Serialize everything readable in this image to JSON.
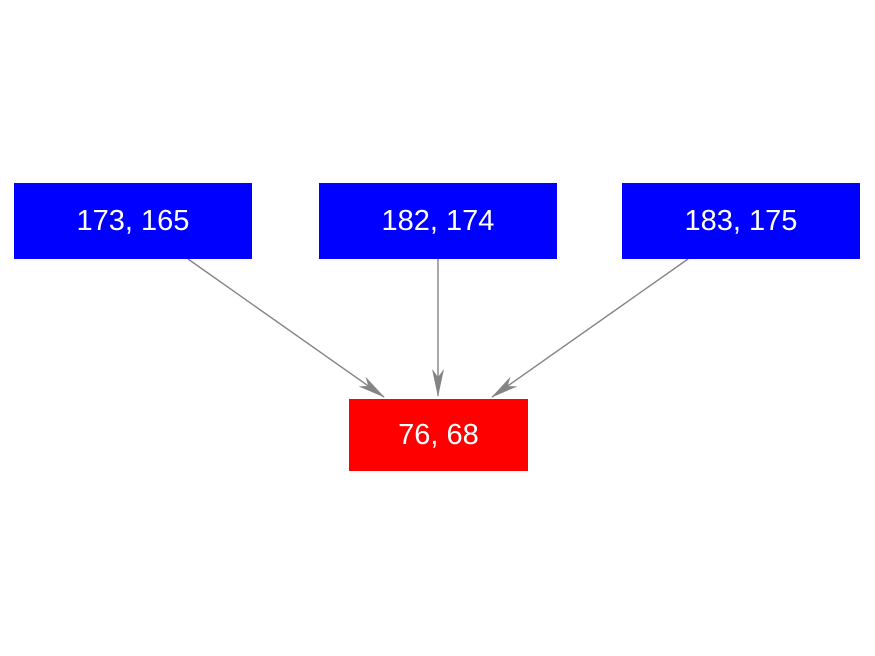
{
  "diagram": {
    "background_color": "#ffffff",
    "node_fill_blue": "#0000ff",
    "node_fill_red": "#ff0000",
    "node_text_color": "#ffffff",
    "edge_color": "#848484",
    "source_nodes": [
      {
        "label": "173, 165"
      },
      {
        "label": "182, 174"
      },
      {
        "label": "183, 175"
      }
    ],
    "target_node": {
      "label": "76, 68"
    },
    "edges": [
      {
        "from": "source-1",
        "to": "target"
      },
      {
        "from": "source-2",
        "to": "target"
      },
      {
        "from": "source-3",
        "to": "target"
      }
    ]
  }
}
